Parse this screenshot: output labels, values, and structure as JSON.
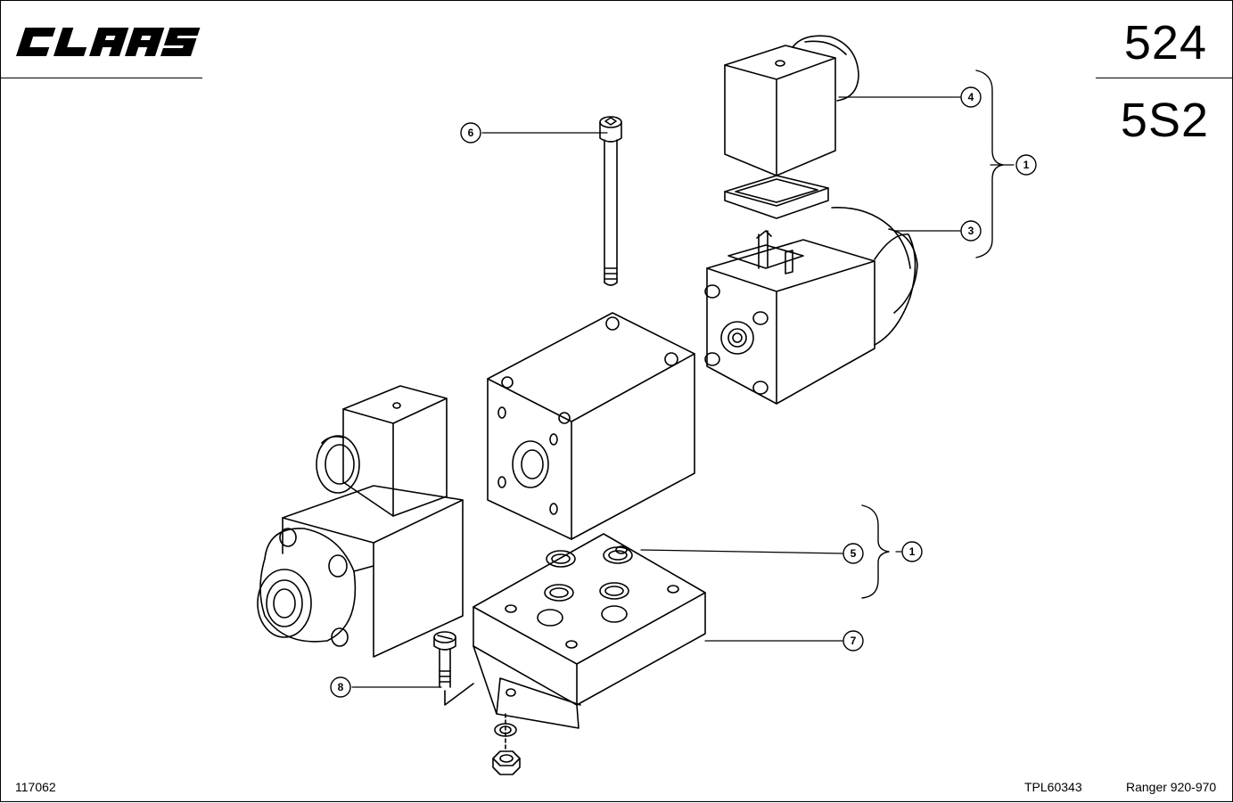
{
  "header": {
    "brand": "CLAAS",
    "section_number": "524",
    "group_code": "5S2"
  },
  "footer": {
    "image_number": "117062",
    "plate_code": "TPL60343",
    "model": "Ranger 920-970"
  },
  "callouts": [
    "1",
    "3",
    "4",
    "5",
    "6",
    "7",
    "8",
    "1"
  ]
}
